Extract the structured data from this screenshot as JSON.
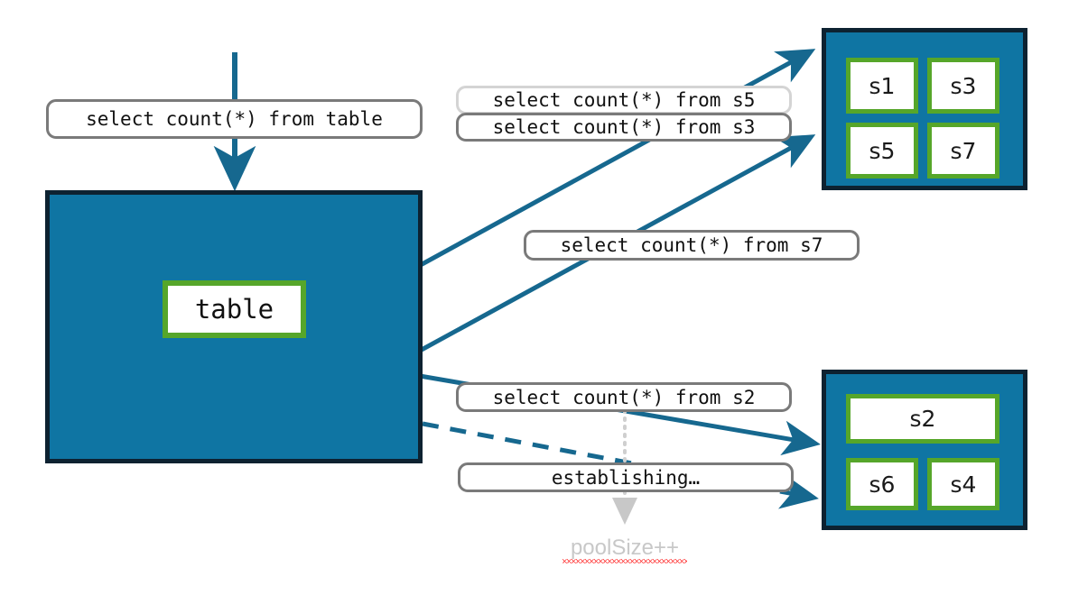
{
  "diagram": {
    "title": "connection pool sharded query fan-out",
    "colors": {
      "container_fill": "#0f75a3",
      "container_border": "#0d2231",
      "shard_border": "#56a62a",
      "arrow": "#16688f",
      "query_border": "#7a7a7a",
      "query_border_light": "#d4d4d4",
      "pool_text": "#c8c8c8",
      "spellcheck_underline": "#ff2b2b"
    },
    "incoming_query": {
      "label": "select count(*) from table"
    },
    "table_container": {
      "node_label": "table"
    },
    "shard_group_top": {
      "shards": [
        {
          "label": "s1"
        },
        {
          "label": "s3"
        },
        {
          "label": "s5"
        },
        {
          "label": "s7"
        }
      ]
    },
    "shard_group_bottom": {
      "shards": [
        {
          "label": "s2"
        },
        {
          "label": "s6"
        },
        {
          "label": "s4"
        }
      ]
    },
    "queries": [
      {
        "label": "select count(*) from s5",
        "style": "light"
      },
      {
        "label": "select count(*) from s3",
        "style": "normal"
      },
      {
        "label": "select count(*) from s7",
        "style": "normal"
      },
      {
        "label": "select count(*) from s2",
        "style": "normal"
      },
      {
        "label": "establishing…",
        "style": "normal"
      }
    ],
    "pool_note": {
      "label": "poolSize++"
    }
  }
}
